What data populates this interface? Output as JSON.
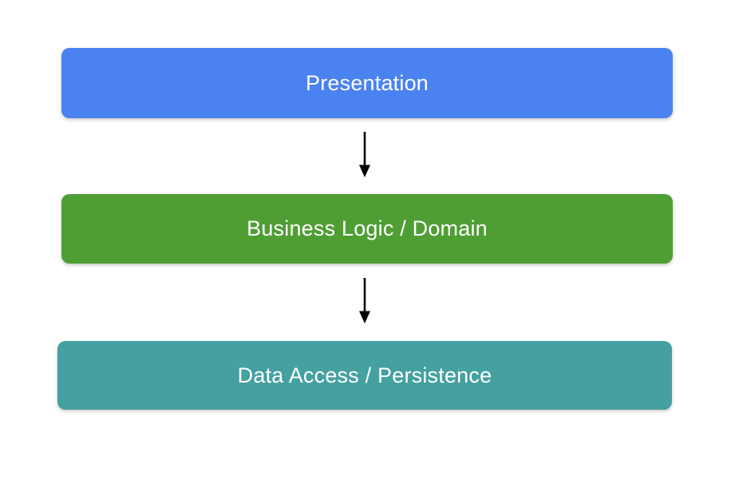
{
  "diagram": {
    "type": "layered-architecture",
    "background_color": "#ffffff",
    "text_color": "#ffffff",
    "arrow_color": "#000000",
    "layers": [
      {
        "label": "Presentation",
        "color": "#4a82f0"
      },
      {
        "label": "Business Logic / Domain",
        "color": "#4e9e34"
      },
      {
        "label": "Data Access / Persistence",
        "color": "#45a0a0"
      }
    ],
    "connections": [
      {
        "from": "Presentation",
        "to": "Business Logic / Domain",
        "style": "down-arrow"
      },
      {
        "from": "Business Logic / Domain",
        "to": "Data Access / Persistence",
        "style": "down-arrow"
      }
    ]
  }
}
